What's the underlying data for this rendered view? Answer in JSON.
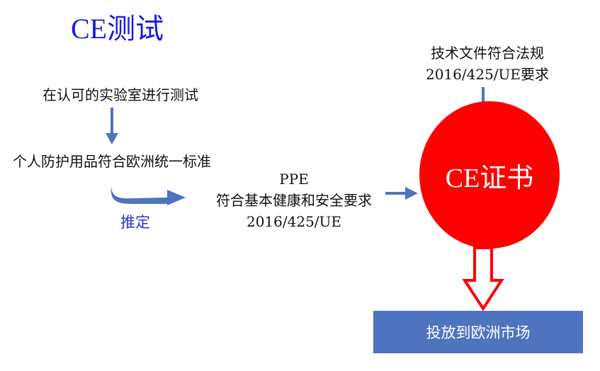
{
  "title": "CE测试",
  "nodes": {
    "lab_test": "在认可的实验室进行测试",
    "ppe_standard": "个人防护用品符合欧洲统一标准",
    "presumed": "推定",
    "ppe": {
      "line1": "PPE",
      "line2": "符合基本健康和安全要求",
      "line3": "2016/425/UE"
    },
    "tech_file": {
      "line1": "技术文件符合法规",
      "line2": "2016/425/UE要求"
    },
    "ce_certificate": "CE证书",
    "market": "投放到欧洲市场"
  },
  "colors": {
    "title": "#1a1adc",
    "arrow": "#4f74bf",
    "circle": "#ff0000",
    "market_box": "#4f74bf",
    "outline_arrow": "#ff0000"
  }
}
